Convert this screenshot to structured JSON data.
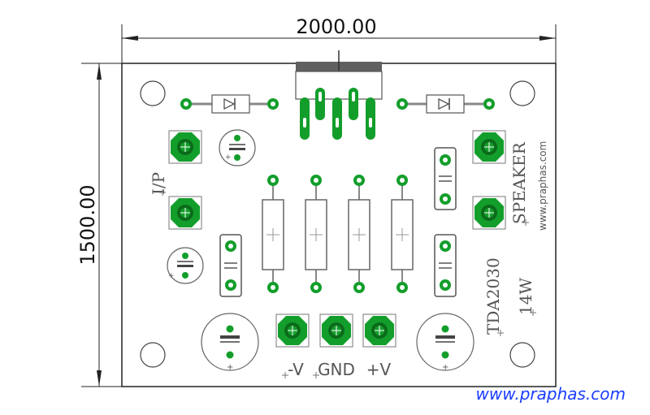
{
  "dimensions": {
    "width_label": "2000.00",
    "height_label": "1500.00"
  },
  "board": {
    "input_label": "I/P",
    "output_label": "SPEAKER",
    "chip_label": "TDA2030",
    "power_label": "14W",
    "site_label": "www.praphas.com",
    "neg_supply_label": "-V",
    "gnd_label": "GND",
    "pos_supply_label": "+V"
  },
  "footer": {
    "website": "www.praphas.com"
  },
  "colors": {
    "pad_green": "#139e2b",
    "pad_dark": "#0b6b1a",
    "silkscreen": "#606060",
    "board_outline": "#222222",
    "heatsink": "#606060",
    "url_blue": "#1a3cff"
  },
  "icons": {
    "mounting_hole": "circle-outline-icon",
    "diode": "diode-icon",
    "capacitor": "capacitor-icon",
    "resistor": "resistor-icon",
    "terminal": "screw-terminal-icon"
  }
}
